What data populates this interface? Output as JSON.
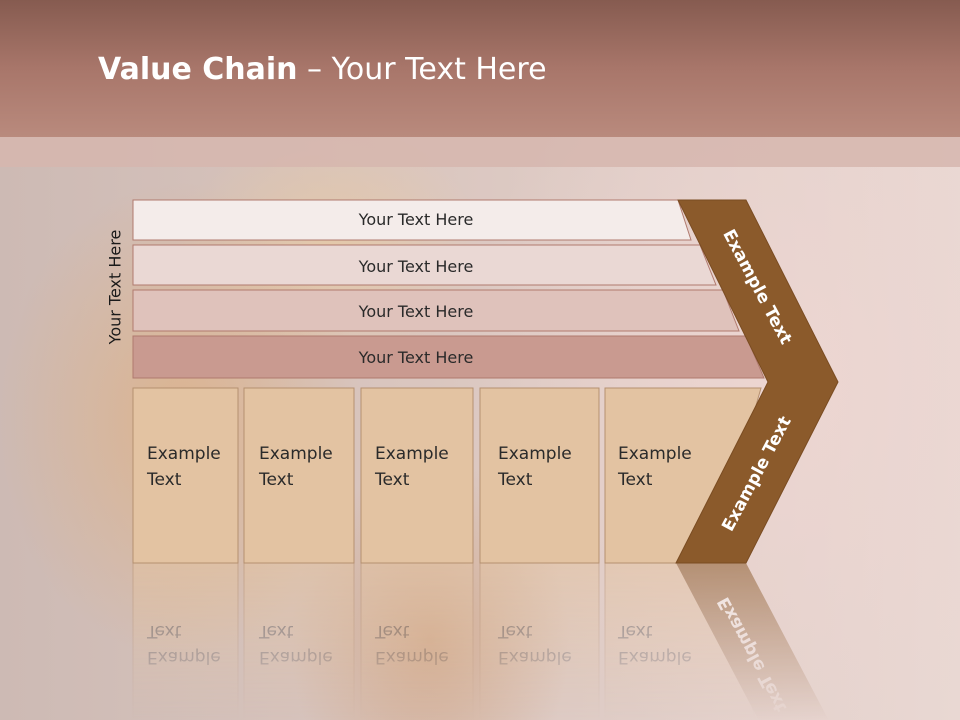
{
  "title": {
    "bold": "Value Chain",
    "rest": " – Your Text Here"
  },
  "side_label": "Your Text Here",
  "rows": [
    {
      "label": "Your Text Here",
      "fill": "#f4ecea"
    },
    {
      "label": "Your Text Here",
      "fill": "#ead8d4"
    },
    {
      "label": "Your Text Here",
      "fill": "#dfc2bb"
    },
    {
      "label": "Your Text Here",
      "fill": "#c99a90"
    }
  ],
  "boxes": [
    {
      "line1": "Example",
      "line2": "Text"
    },
    {
      "line1": "Example",
      "line2": "Text"
    },
    {
      "line1": "Example",
      "line2": "Text"
    },
    {
      "line1": "Example",
      "line2": "Text"
    },
    {
      "line1": "Example",
      "line2": "Text"
    }
  ],
  "chevron": {
    "upper_label": "Example Text",
    "lower_label": "Example Text"
  },
  "colors": {
    "header": "#a8766a",
    "chevron": "#8b5a2b",
    "box": "#e3c3a2",
    "row_border": "#b07a6e"
  }
}
